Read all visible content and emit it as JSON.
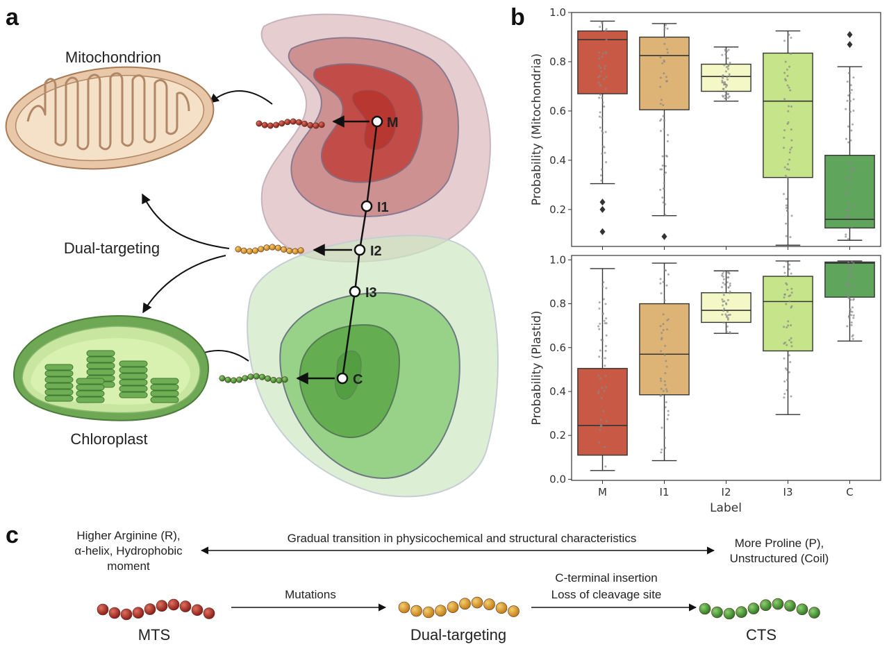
{
  "panel_letters": {
    "a": "a",
    "b": "b",
    "c": "c"
  },
  "panel_a": {
    "organelles": {
      "mitochondrion": "Mitochondrion",
      "dual": "Dual-targeting",
      "chloroplast": "Chloroplast"
    },
    "nodes": [
      "M",
      "I1",
      "I2",
      "I3",
      "C"
    ],
    "colors": {
      "mito": "#b2332a",
      "dual": "#e0a030",
      "chloro": "#4e9a3a"
    }
  },
  "panel_b": {
    "xlabel": "Label",
    "categories": [
      "M",
      "I1",
      "I2",
      "I3",
      "C"
    ],
    "box_colors": [
      "#c85a45",
      "#ddb475",
      "#f3f8c6",
      "#c6e48a",
      "#5fa65c"
    ],
    "yticks": [
      "0.0",
      "0.2",
      "0.4",
      "0.6",
      "0.8",
      "1.0"
    ]
  },
  "chart_data": [
    {
      "type": "box",
      "ylabel": "Probability (Mitochondria)",
      "xlabel": "",
      "categories": [
        "M",
        "I1",
        "I2",
        "I3",
        "C"
      ],
      "ylim": [
        0.05,
        1.0
      ],
      "yticks": [
        0.2,
        0.4,
        0.6,
        0.8,
        1.0
      ],
      "boxes": [
        {
          "whisker_low": 0.305,
          "q1": 0.67,
          "median": 0.89,
          "q3": 0.925,
          "whisker_high": 0.965,
          "outliers": [
            0.23,
            0.2,
            0.11
          ]
        },
        {
          "whisker_low": 0.175,
          "q1": 0.605,
          "median": 0.825,
          "q3": 0.9,
          "whisker_high": 0.955,
          "outliers": [
            0.09
          ]
        },
        {
          "whisker_low": 0.64,
          "q1": 0.68,
          "median": 0.74,
          "q3": 0.79,
          "whisker_high": 0.86,
          "outliers": []
        },
        {
          "whisker_low": 0.055,
          "q1": 0.33,
          "median": 0.64,
          "q3": 0.835,
          "whisker_high": 0.925,
          "outliers": []
        },
        {
          "whisker_low": 0.075,
          "q1": 0.125,
          "median": 0.16,
          "q3": 0.42,
          "whisker_high": 0.78,
          "outliers": [
            0.91,
            0.87
          ]
        }
      ]
    },
    {
      "type": "box",
      "ylabel": "Probability (Plastid)",
      "xlabel": "Label",
      "categories": [
        "M",
        "I1",
        "I2",
        "I3",
        "C"
      ],
      "ylim": [
        -0.005,
        1.02
      ],
      "yticks": [
        0.0,
        0.2,
        0.4,
        0.6,
        0.8,
        1.0
      ],
      "boxes": [
        {
          "whisker_low": 0.04,
          "q1": 0.11,
          "median": 0.245,
          "q3": 0.505,
          "whisker_high": 0.96,
          "outliers": []
        },
        {
          "whisker_low": 0.085,
          "q1": 0.385,
          "median": 0.57,
          "q3": 0.8,
          "whisker_high": 0.985,
          "outliers": []
        },
        {
          "whisker_low": 0.665,
          "q1": 0.715,
          "median": 0.77,
          "q3": 0.85,
          "whisker_high": 0.95,
          "outliers": []
        },
        {
          "whisker_low": 0.295,
          "q1": 0.585,
          "median": 0.81,
          "q3": 0.925,
          "whisker_high": 0.995,
          "outliers": []
        },
        {
          "whisker_low": 0.63,
          "q1": 0.83,
          "median": 0.985,
          "q3": 0.99,
          "whisker_high": 0.995,
          "outliers": []
        }
      ]
    }
  ],
  "panel_c": {
    "left_props": [
      "Higher Arginine (R),",
      "α-helix, Hydrophobic",
      "moment"
    ],
    "transition": "Gradual transition in physicochemical and structural characteristics",
    "right_props": [
      "More Proline (P),",
      "Unstructured (Coil)"
    ],
    "step1": "Mutations",
    "step2": [
      "C-terminal insertion",
      "Loss of cleavage site"
    ],
    "labels": {
      "mts": "MTS",
      "dual": "Dual-targeting",
      "cts": "CTS"
    },
    "colors": {
      "mts": "#b2332a",
      "dual": "#e0a030",
      "cts": "#4e9a3a"
    }
  }
}
